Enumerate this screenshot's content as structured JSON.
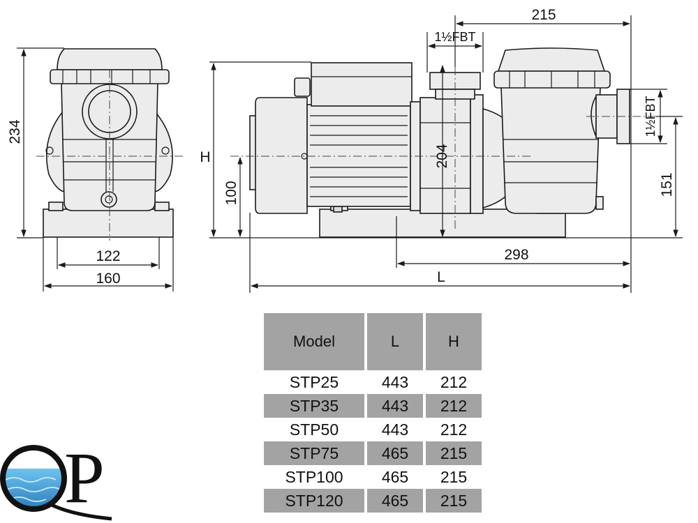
{
  "drawing": {
    "dim_234": "234",
    "dim_122": "122",
    "dim_160": "160",
    "dim_H": "H",
    "dim_100": "100",
    "dim_204": "204",
    "dim_215": "215",
    "dim_fbt_top": "1½FBT",
    "dim_fbt_side": "1½FBT",
    "dim_151": "151",
    "dim_298": "298",
    "dim_L": "L"
  },
  "table": {
    "headers": [
      "Model",
      "L",
      "H"
    ],
    "rows": [
      {
        "model": "STP25",
        "L": "443",
        "H": "212"
      },
      {
        "model": "STP35",
        "L": "443",
        "H": "212"
      },
      {
        "model": "STP50",
        "L": "443",
        "H": "212"
      },
      {
        "model": "STP75",
        "L": "465",
        "H": "215"
      },
      {
        "model": "STP100",
        "L": "465",
        "H": "215"
      },
      {
        "model": "STP120",
        "L": "465",
        "H": "215"
      }
    ]
  },
  "logo": {
    "text": "QP",
    "water_color": "#2f95d6"
  }
}
